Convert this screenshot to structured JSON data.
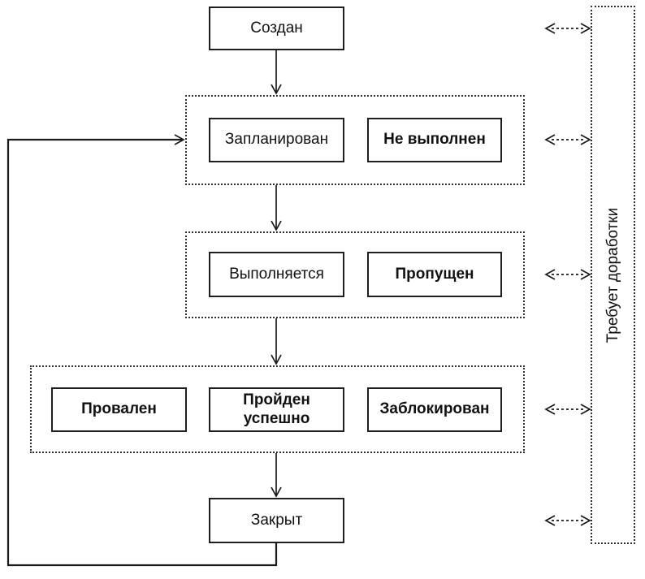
{
  "diagram": {
    "background": "#ffffff",
    "line_color": "#1a1a1a",
    "box_border_color": "#1f1f1f",
    "nodes": {
      "created": {
        "label": "Создан",
        "bold": false
      },
      "planned": {
        "label": "Запланирован",
        "bold": false
      },
      "not_executed": {
        "label": "Не выполнен",
        "bold": true
      },
      "in_progress": {
        "label": "Выполняется",
        "bold": false
      },
      "skipped": {
        "label": "Пропущен",
        "bold": true
      },
      "failed": {
        "label": "Провален",
        "bold": true
      },
      "passed": {
        "label": "Пройден успешно",
        "bold": true
      },
      "blocked": {
        "label": "Заблокирован",
        "bold": true
      },
      "closed": {
        "label": "Закрыт",
        "bold": false
      },
      "needs_rework": {
        "label": "Требует доработки",
        "bold": false
      }
    }
  }
}
